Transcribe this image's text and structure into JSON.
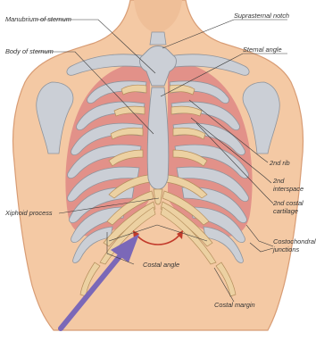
{
  "figure": {
    "labels": {
      "manubrium": "Manubrium of sternum",
      "body": "Body of sternum",
      "xiphoid": "Xiphoid process",
      "suprasternal_notch": "Suprasternal notch",
      "sternal_angle": "Sternal angle",
      "second_rib": "2nd rib",
      "second_interspace_1": "2nd",
      "second_interspace_2": "interspace",
      "second_costal_1": "2nd costal",
      "second_costal_2": "cartilage",
      "costochondral_1": "Costochondral",
      "costochondral_2": "junctions",
      "costal_angle": "Costal angle",
      "costal_margin": "Costal margin"
    },
    "colors": {
      "skin": "#f4c9a4",
      "skin_edge": "#d89c74",
      "lung": "#e08b86",
      "bone": "#cbcfd6",
      "bone_dark": "#8f949c",
      "cartilage": "#ecd1a2",
      "cartilage_edge": "#b48e5c",
      "angle_arrow": "#c23a2a",
      "pointer_arrow": "#7b68b8"
    }
  }
}
